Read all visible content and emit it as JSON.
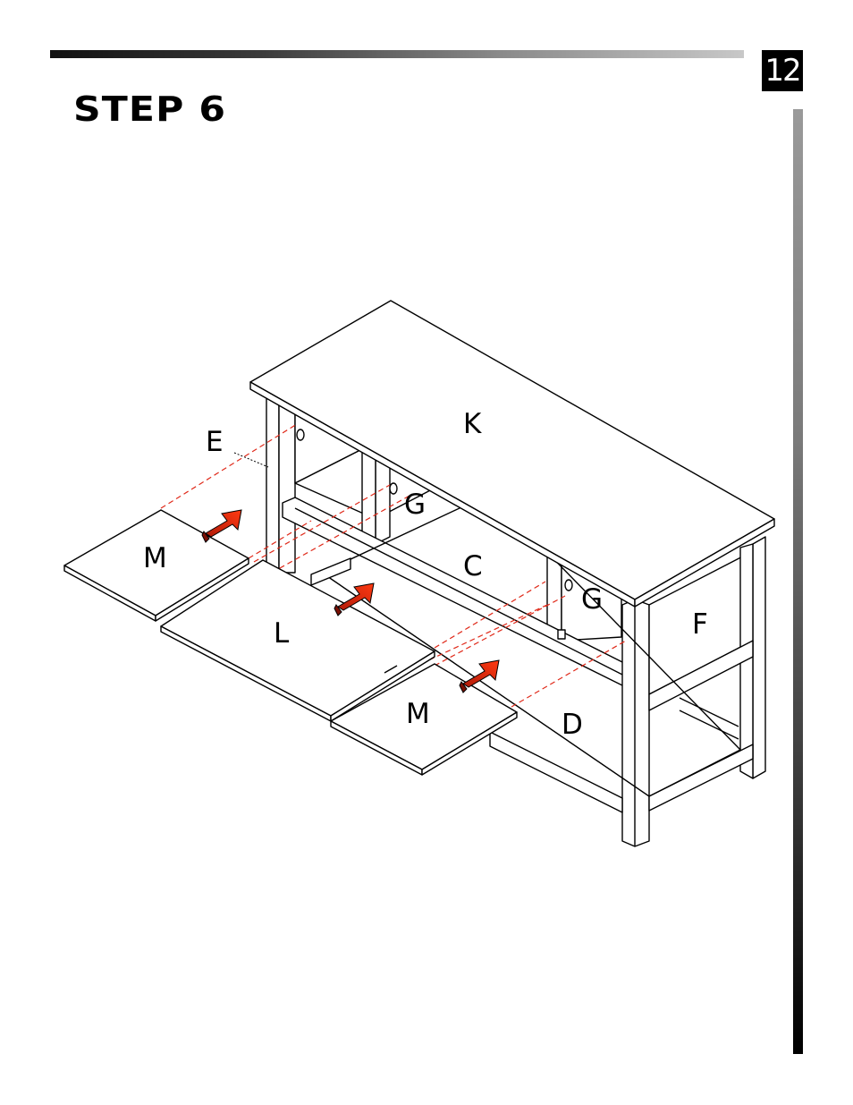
{
  "header": {
    "page_number": "12",
    "step_title": "STEP 6"
  },
  "labels": {
    "K": "K",
    "E": "E",
    "G1": "G",
    "G2": "G",
    "C": "C",
    "F": "F",
    "M1": "M",
    "L": "L",
    "M2": "M",
    "D": "D"
  },
  "colors": {
    "arrow_fill": "#e8280c",
    "guide_line": "#e02a1a"
  }
}
